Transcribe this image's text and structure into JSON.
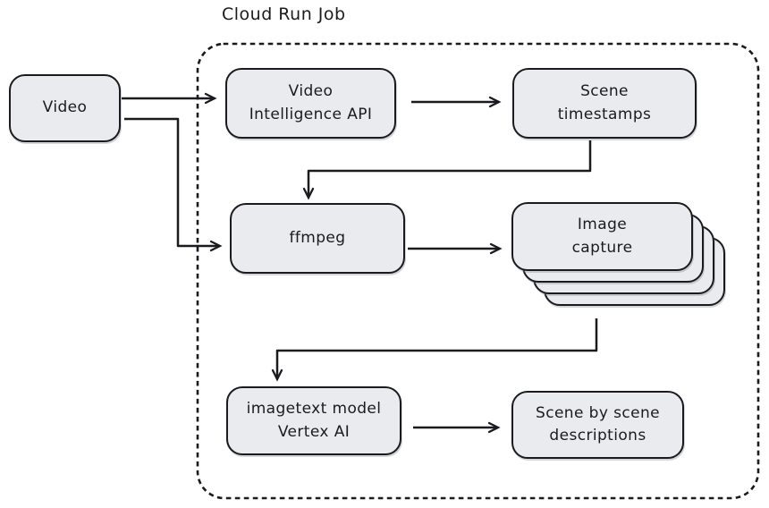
{
  "diagram": {
    "type": "flowchart",
    "title": "Cloud Run Job"
  },
  "container": {
    "label": "Cloud Run Job"
  },
  "nodes": [
    {
      "id": "video",
      "lines": [
        "Video"
      ]
    },
    {
      "id": "video-intelligence-api",
      "lines": [
        "Video",
        "Intelligence API"
      ]
    },
    {
      "id": "scene-timestamps",
      "lines": [
        "Scene",
        "timestamps"
      ]
    },
    {
      "id": "ffmpeg",
      "lines": [
        "ffmpeg"
      ]
    },
    {
      "id": "image-capture",
      "lines": [
        "Image",
        "capture"
      ]
    },
    {
      "id": "imagetext-vertex-ai",
      "lines": [
        "imagetext model",
        "Vertex AI"
      ]
    },
    {
      "id": "scene-descriptions",
      "lines": [
        "Scene by scene",
        "descriptions"
      ]
    }
  ],
  "edges": [
    {
      "from": "video",
      "to": "video-intelligence-api"
    },
    {
      "from": "video-intelligence-api",
      "to": "scene-timestamps"
    },
    {
      "from": "video",
      "to": "ffmpeg"
    },
    {
      "from": "scene-timestamps",
      "to": "ffmpeg"
    },
    {
      "from": "ffmpeg",
      "to": "image-capture"
    },
    {
      "from": "image-capture",
      "to": "imagetext-vertex-ai"
    },
    {
      "from": "imagetext-vertex-ai",
      "to": "scene-descriptions"
    }
  ],
  "colors": {
    "node_fill": "#e9ebee",
    "stroke": "#1b1b1f",
    "background": "#ffffff"
  }
}
